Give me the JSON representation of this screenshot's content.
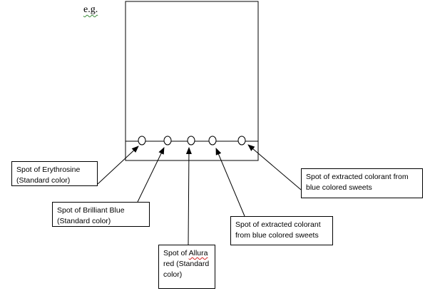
{
  "header": {
    "eg": "e.g."
  },
  "labels": {
    "erythrosine": {
      "line1": "Spot of Erythrosine",
      "line2": "(Standard color)"
    },
    "brilliant_blue": {
      "line1": "Spot of Brilliant Blue",
      "line2": "(Standard color)"
    },
    "allura": {
      "line1a": "Spot of ",
      "line1b": "Allura",
      "line2": "red (Standard",
      "line3": "color)"
    },
    "extracted_1": {
      "line1": "Spot of extracted colorant",
      "line2": "from blue colored sweets"
    },
    "extracted_2": {
      "line1": "Spot of extracted colorant from",
      "line2": "blue colored sweets"
    }
  },
  "colors": {
    "ink": "#000000",
    "background": "#ffffff",
    "spellcheck": "#d02020",
    "grammar": "#3a8a3a"
  }
}
